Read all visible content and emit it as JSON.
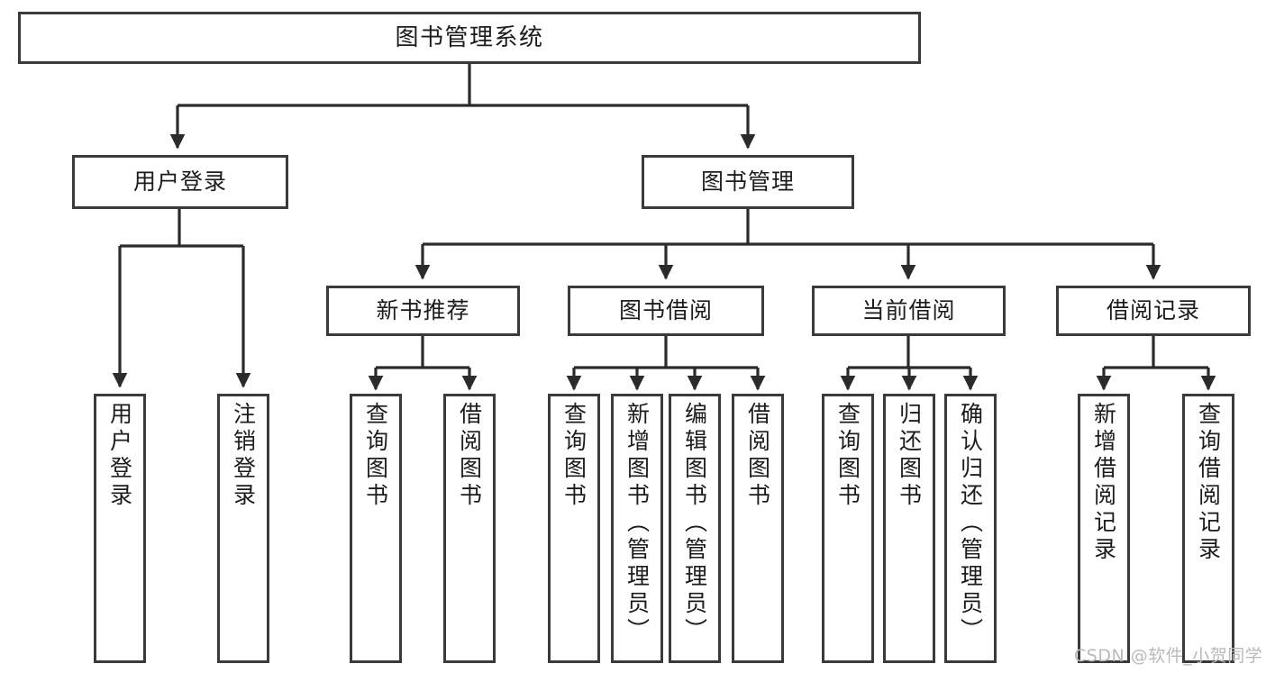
{
  "diagram": {
    "title": "图书管理系统",
    "type": "tree-hierarchy-chart",
    "orientation": "top-down",
    "theme": {
      "background": "#ffffff",
      "box_border": "#3a3a3a",
      "box_fill": "#ffffff",
      "text": "#1c1c1c",
      "edge": "#2b2b2b",
      "watermark": "#b9b9b9"
    }
  },
  "nodes": {
    "root": {
      "label": "图书管理系统"
    },
    "level2": [
      {
        "id": "user-login",
        "label": "用户登录"
      },
      {
        "id": "book-manage",
        "label": "图书管理"
      }
    ],
    "level3": [
      {
        "id": "new-book-recommend",
        "label": "新书推荐"
      },
      {
        "id": "book-borrow",
        "label": "图书借阅"
      },
      {
        "id": "current-borrow",
        "label": "当前借阅"
      },
      {
        "id": "borrow-record",
        "label": "借阅记录"
      }
    ],
    "leaves": {
      "user_login": [
        {
          "id": "leaf-user-login",
          "label": "用户登录"
        },
        {
          "id": "leaf-logout",
          "label": "注销登录"
        }
      ],
      "new_book_recommend": [
        {
          "id": "leaf-query-book-1",
          "label": "查询图书"
        },
        {
          "id": "leaf-borrow-book-1",
          "label": "借阅图书"
        }
      ],
      "book_borrow": [
        {
          "id": "leaf-query-book-2",
          "label": "查询图书"
        },
        {
          "id": "leaf-add-book",
          "label": "新增图书（管理员）"
        },
        {
          "id": "leaf-edit-book",
          "label": "编辑图书（管理员）"
        },
        {
          "id": "leaf-borrow-book-2",
          "label": "借阅图书"
        }
      ],
      "current_borrow": [
        {
          "id": "leaf-query-book-3",
          "label": "查询图书"
        },
        {
          "id": "leaf-return-book",
          "label": "归还图书"
        },
        {
          "id": "leaf-confirm-return",
          "label": "确认归还（管理员）"
        }
      ],
      "borrow_record": [
        {
          "id": "leaf-add-record",
          "label": "新增借阅记录"
        },
        {
          "id": "leaf-query-record",
          "label": "查询借阅记录"
        }
      ]
    }
  },
  "watermark": {
    "text": "CSDN @软件_小贺同学"
  }
}
